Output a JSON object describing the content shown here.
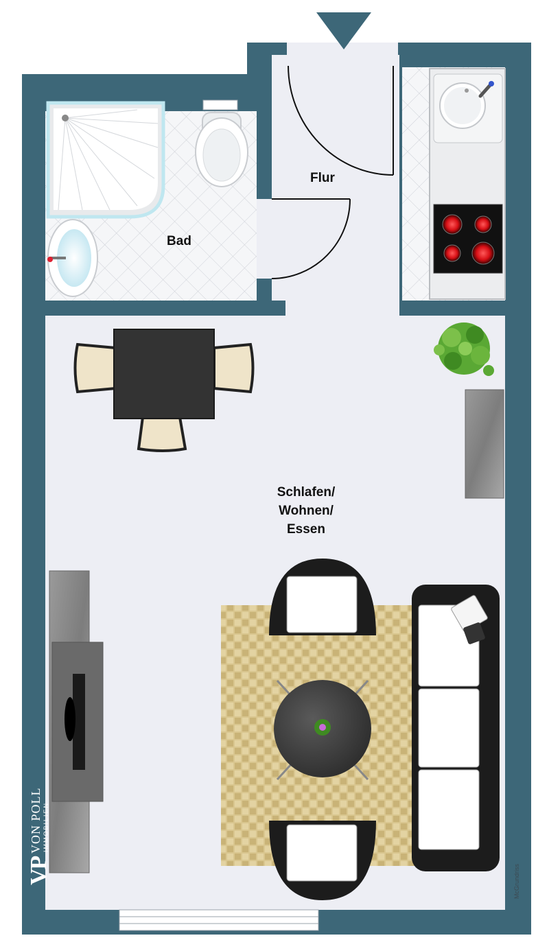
{
  "rooms": {
    "bath": "Bad",
    "hall": "Flur",
    "living_line1": "Schlafen/",
    "living_line2": "Wohnen/",
    "living_line3": "Essen"
  },
  "logo": {
    "initials": "VP",
    "brand": "VON POLL",
    "sub": "IMMOBILIEN"
  },
  "credit": "McGrundriss",
  "colors": {
    "wall": "#3d6778",
    "floor": "#edeef4",
    "tile": "#f5f6f8",
    "entrance_arrow": "#3d6778",
    "rug": "#d7c38a",
    "hob_burner": "#e3141a",
    "plant": "#4d9a2a"
  },
  "icons": [
    "entrance-arrow-icon",
    "shower-icon",
    "toilet-icon",
    "washbasin-icon",
    "sink-icon",
    "hob-icon",
    "plant-icon",
    "dining-table-icon",
    "chair-icon",
    "armchair-icon",
    "sofa-icon",
    "coffee-table-icon",
    "rug-icon",
    "tv-sideboard-icon",
    "window-icon",
    "door-swing-icon"
  ]
}
